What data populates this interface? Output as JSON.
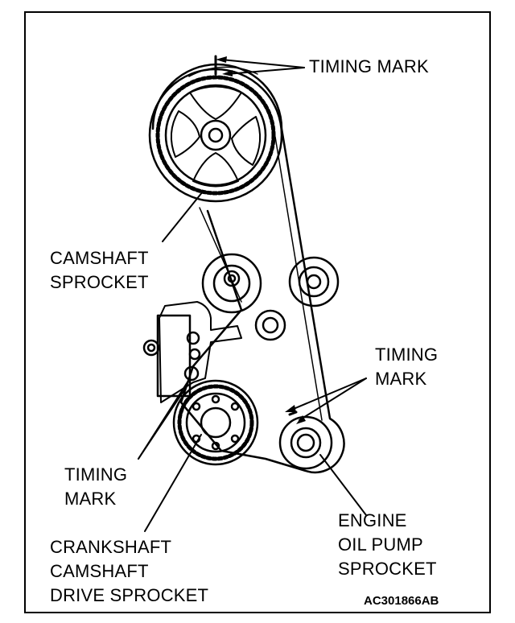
{
  "labels": {
    "timing_mark_top": "TIMING MARK",
    "camshaft_sprocket_1": "CAMSHAFT",
    "camshaft_sprocket_2": "SPROCKET",
    "timing_mark_right_1": "TIMING",
    "timing_mark_right_2": "MARK",
    "timing_mark_left_1": "TIMING",
    "timing_mark_left_2": "MARK",
    "crankshaft_1": "CRANKSHAFT",
    "crankshaft_2": "CAMSHAFT",
    "crankshaft_3": "DRIVE SPROCKET",
    "oil_pump_1": "ENGINE",
    "oil_pump_2": "OIL PUMP",
    "oil_pump_3": "SPROCKET"
  },
  "figure_code": "AC301866AB",
  "colors": {
    "ink": "#000000",
    "paper": "#ffffff"
  }
}
